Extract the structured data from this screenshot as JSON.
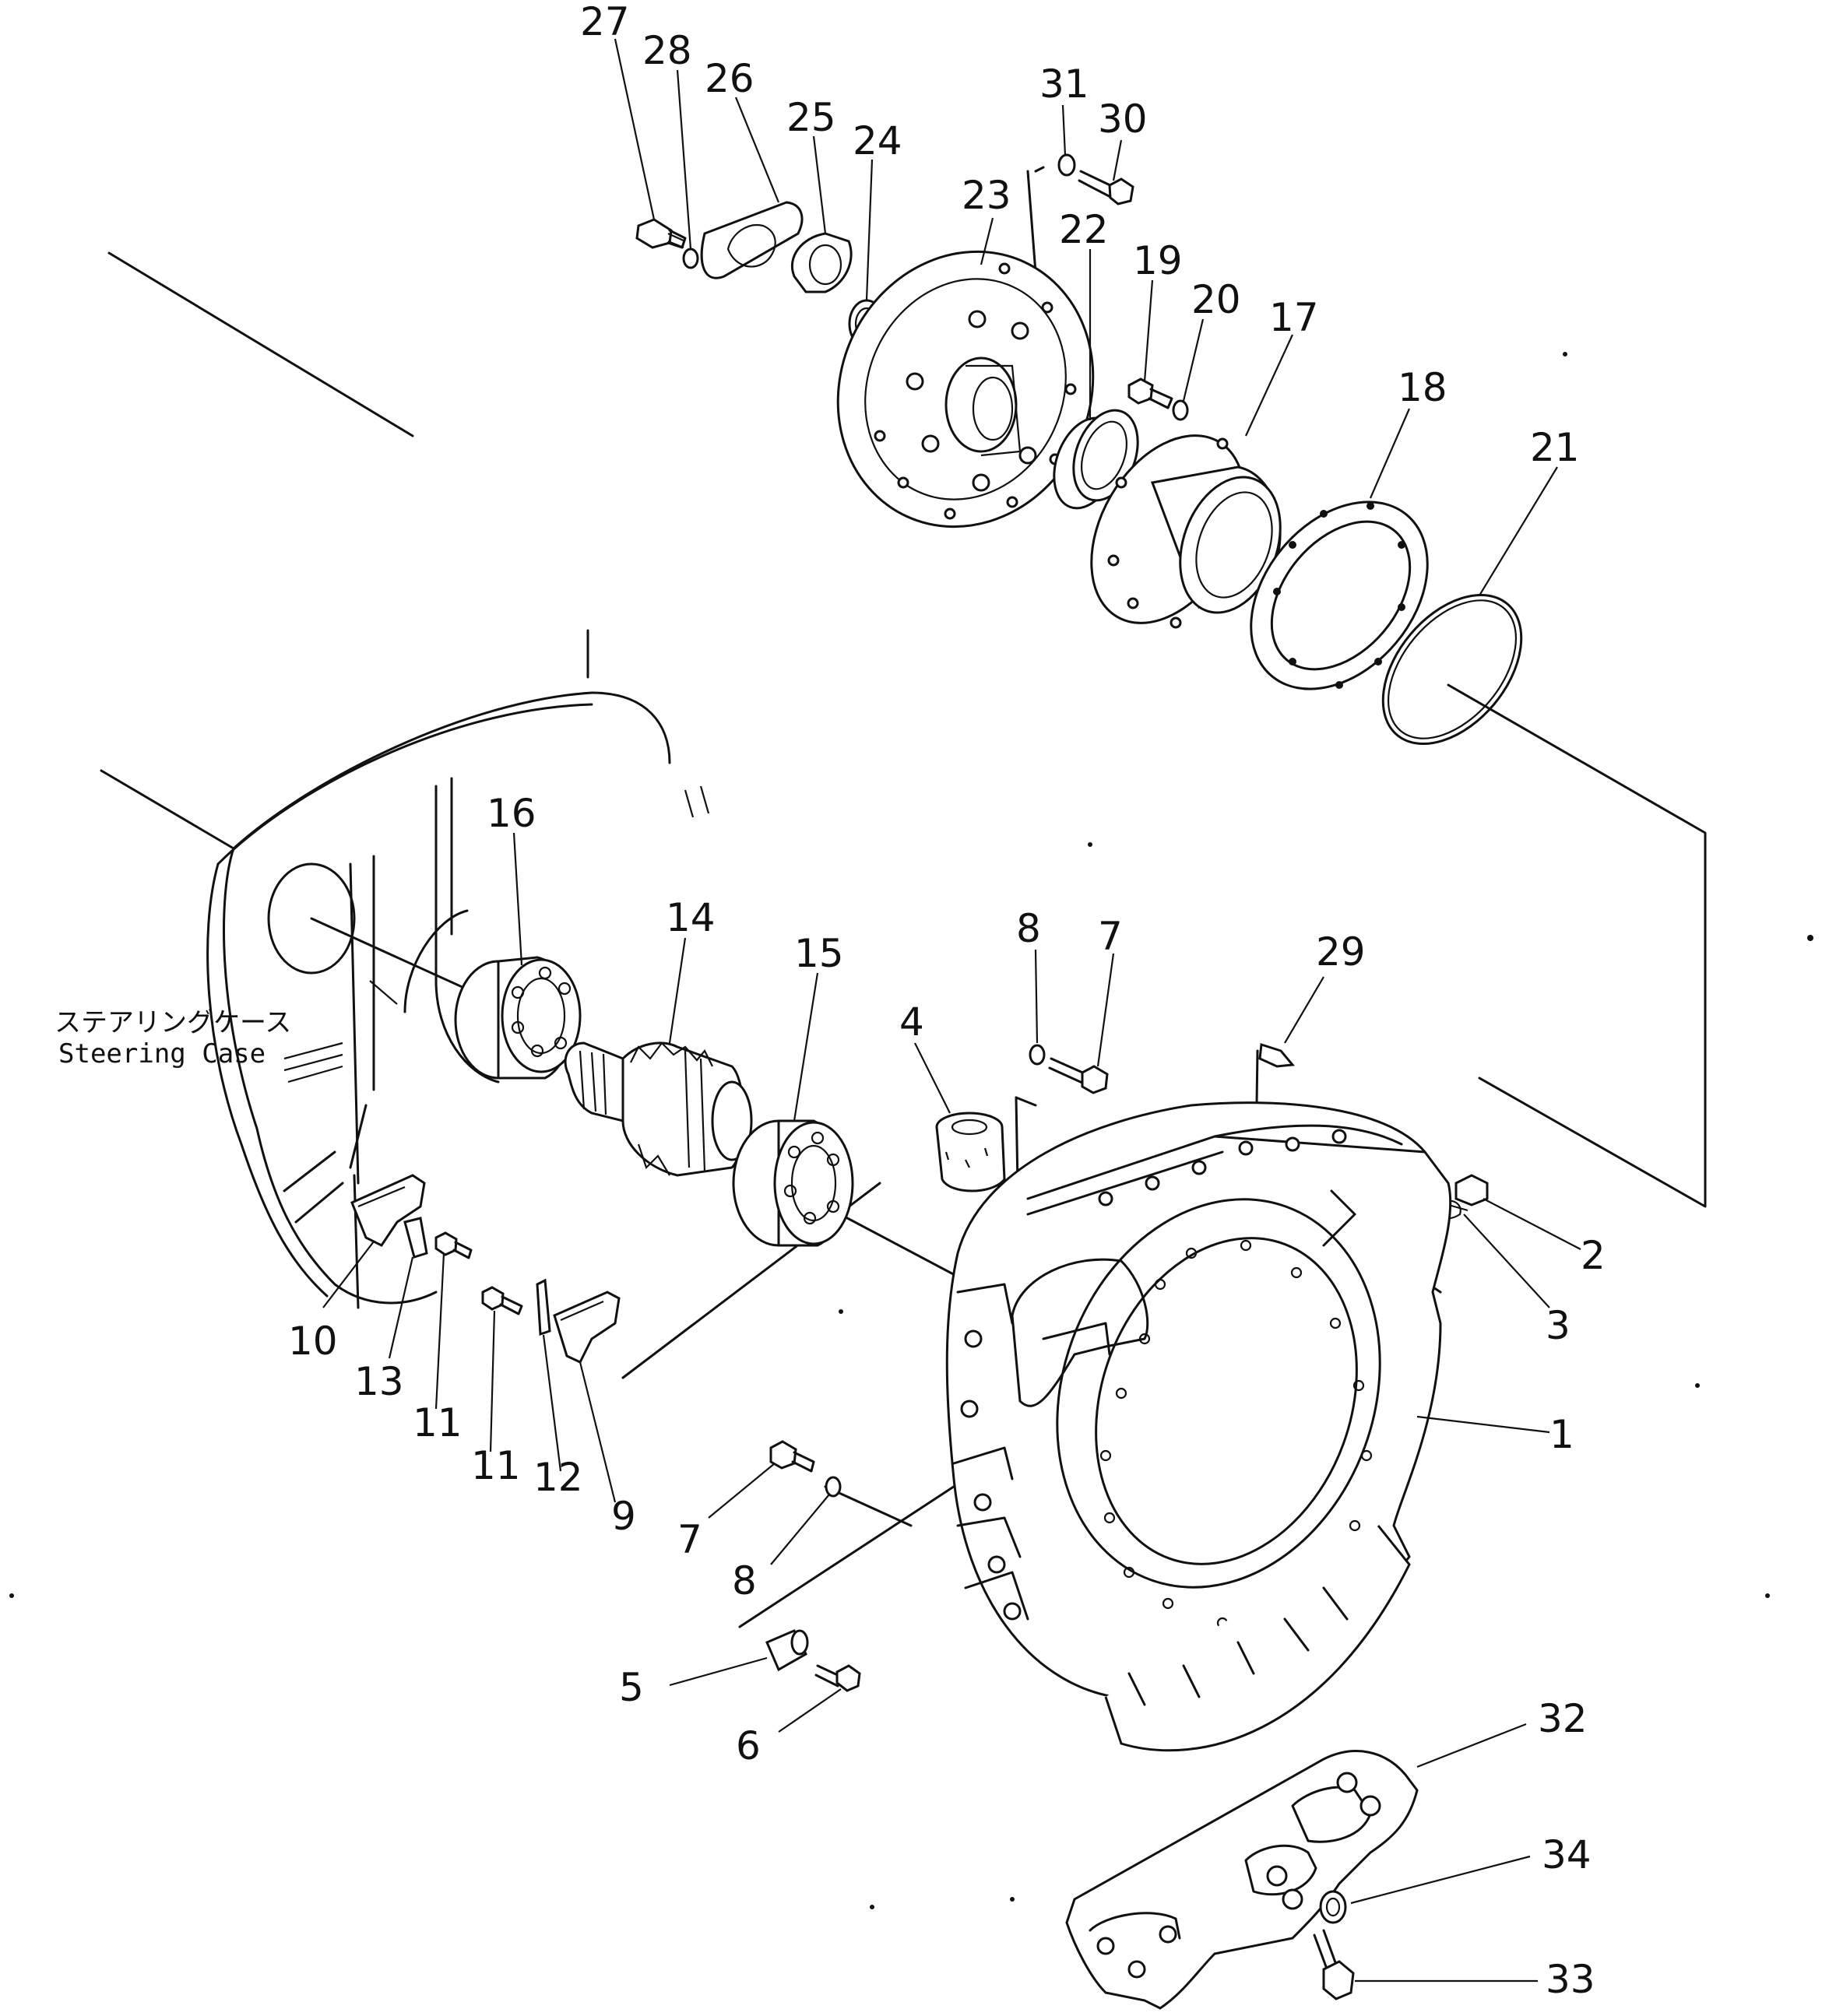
{
  "labels": {
    "steering_case_jp": "ステアリングケース",
    "steering_case_en": "Steering  Case"
  },
  "callouts": [
    "27",
    "28",
    "26",
    "25",
    "24",
    "31",
    "30",
    "23",
    "22",
    "19",
    "20",
    "17",
    "18",
    "21",
    "16",
    "14",
    "15",
    "8",
    "7",
    "29",
    "4",
    "2",
    "3",
    "1",
    "10",
    "13",
    "11",
    "11b",
    "12",
    "9",
    "7b",
    "8b",
    "5",
    "6",
    "32",
    "34",
    "33"
  ],
  "callout_text": {
    "c1": "1",
    "c2": "2",
    "c3": "3",
    "c4": "4",
    "c5": "5",
    "c6": "6",
    "c7": "7",
    "c7b": "7",
    "c8": "8",
    "c8b": "8",
    "c9": "9",
    "c10": "10",
    "c11": "11",
    "c11b": "11",
    "c12": "12",
    "c13": "13",
    "c14": "14",
    "c15": "15",
    "c16": "16",
    "c17": "17",
    "c18": "18",
    "c19": "19",
    "c20": "20",
    "c21": "21",
    "c22": "22",
    "c23": "23",
    "c24": "24",
    "c25": "25",
    "c26": "26",
    "c27": "27",
    "c28": "28",
    "c29": "29",
    "c30": "30",
    "c31": "31",
    "c32": "32",
    "c33": "33",
    "c34": "34"
  }
}
